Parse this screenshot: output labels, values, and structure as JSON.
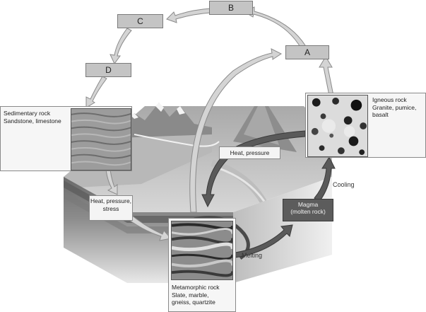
{
  "stages": {
    "a": "A",
    "b": "B",
    "c": "C",
    "d": "D"
  },
  "igneous": {
    "title": "Igneous rock",
    "examples_line1": "Granite, pumice,",
    "examples_line2": "basalt"
  },
  "sedimentary": {
    "title": "Sedimentary rock",
    "examples": "Sandstone, limestone"
  },
  "metamorphic": {
    "title": "Metamorphic rock",
    "examples_line1": "Slate, marble,",
    "examples_line2": "gneiss, quartzite"
  },
  "magma": {
    "line1": "Magma",
    "line2": "(molten rock)"
  },
  "processes": {
    "heat_pressure_top": "Heat, pressure",
    "heat_pressure_stress_line1": "Heat, pressure,",
    "heat_pressure_stress_line2": "stress",
    "cooling": "Cooling",
    "melting": "Melting"
  },
  "colors": {
    "arrow_light": "#d4d4d4",
    "arrow_dark": "#5a5a5a",
    "label_fill": "#c4c4c4",
    "magma_fill": "#5c5c5c"
  }
}
